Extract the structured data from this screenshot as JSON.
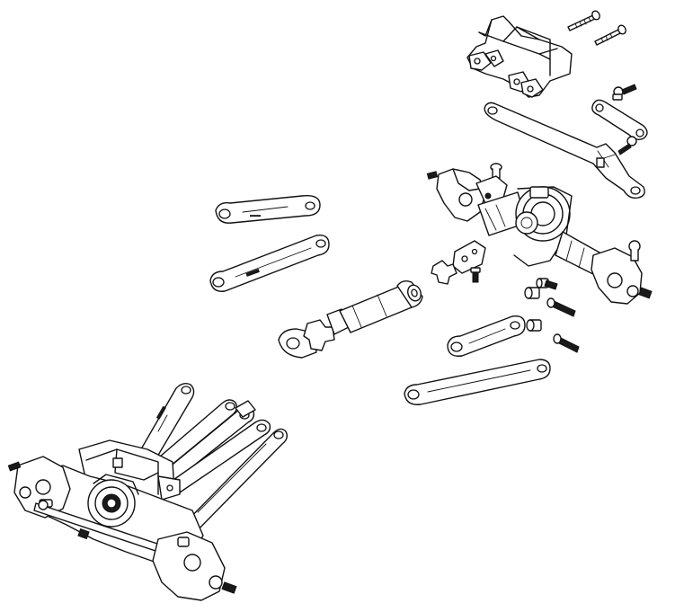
{
  "diagram": {
    "colors": {
      "line": "#111111",
      "fill": "#ffffff",
      "shade": "#cfcfcf",
      "background": "#ffffff"
    },
    "parts": [
      {
        "name": "servo-mount-bracket"
      },
      {
        "name": "mount-screw-pair"
      },
      {
        "name": "steering-link"
      },
      {
        "name": "ball-stud-upper"
      },
      {
        "name": "panhard-link"
      },
      {
        "name": "front-axle-housing"
      },
      {
        "name": "upper-suspension-link"
      },
      {
        "name": "lower-suspension-link"
      },
      {
        "name": "driveshaft"
      },
      {
        "name": "link-mount-plate"
      },
      {
        "name": "ball-studs-and-screws"
      },
      {
        "name": "short-upper-link"
      },
      {
        "name": "long-lower-link"
      },
      {
        "name": "assembled-front-axle"
      }
    ]
  }
}
